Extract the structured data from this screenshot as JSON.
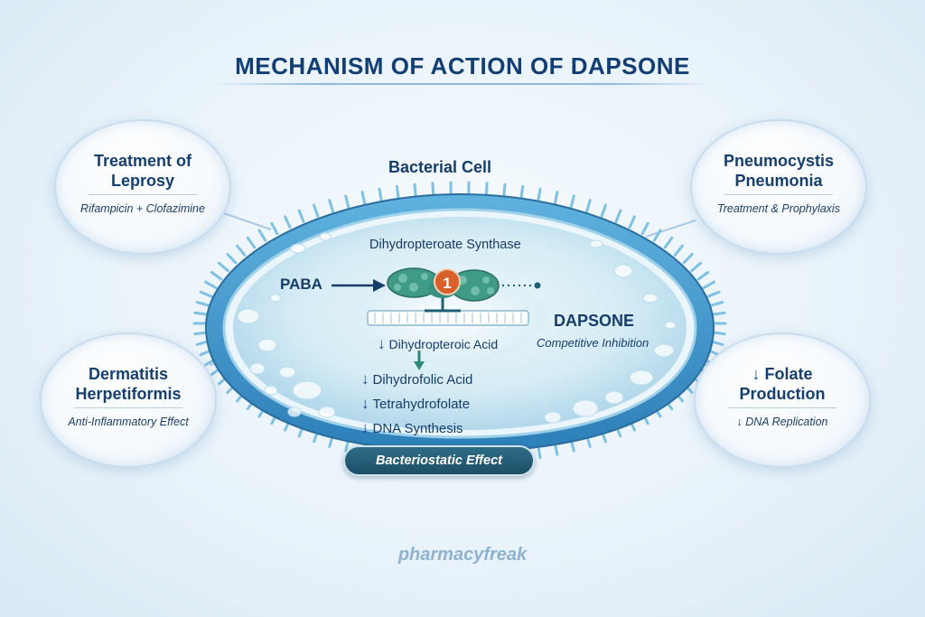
{
  "title": "MECHANISM OF ACTION OF DAPSONE",
  "cell": {
    "title": "Bacterial Cell",
    "enzyme_label": "Dihydropteroate Synthase",
    "substrate": "PABA",
    "enzyme_marker": "1",
    "drug_name": "DAPSONE",
    "drug_action": "Competitive Inhibition",
    "pathway": [
      {
        "arrow": "↓",
        "text": "Dihydropteroic Acid"
      },
      {
        "arrow": "↓",
        "text": "Dihydrofolic Acid"
      },
      {
        "arrow": "↓",
        "text": "Tetrahydrofolate"
      },
      {
        "arrow": "↓",
        "text": "DNA Synthesis"
      }
    ],
    "result": "Bacteriostatic Effect"
  },
  "bubbles": {
    "top_left": {
      "title_line1": "Treatment of",
      "title_line2": "Leprosy",
      "subtitle": "Rifampicin + Clofazimine"
    },
    "top_right": {
      "title_line1": "Pneumocystis",
      "title_line2": "Pneumonia",
      "subtitle": "Treatment & Prophylaxis"
    },
    "bottom_left": {
      "title_line1": "Dermatitis",
      "title_line2": "Herpetiformis",
      "subtitle": "Anti-Inflammatory Effect"
    },
    "bottom_right": {
      "arrow": "↓",
      "title_line1": "Folate",
      "title_line2": "Production",
      "subtitle_arrow": "↓",
      "subtitle": "DNA Replication"
    }
  },
  "watermark": "pharmacyfreak",
  "colors": {
    "title": "#123e73",
    "membrane": "#3a8fc4",
    "cytoplasm": "#cfe7f3",
    "enzyme": "#4aa38f",
    "marker": "#d7602b",
    "pill": "#245a72"
  }
}
